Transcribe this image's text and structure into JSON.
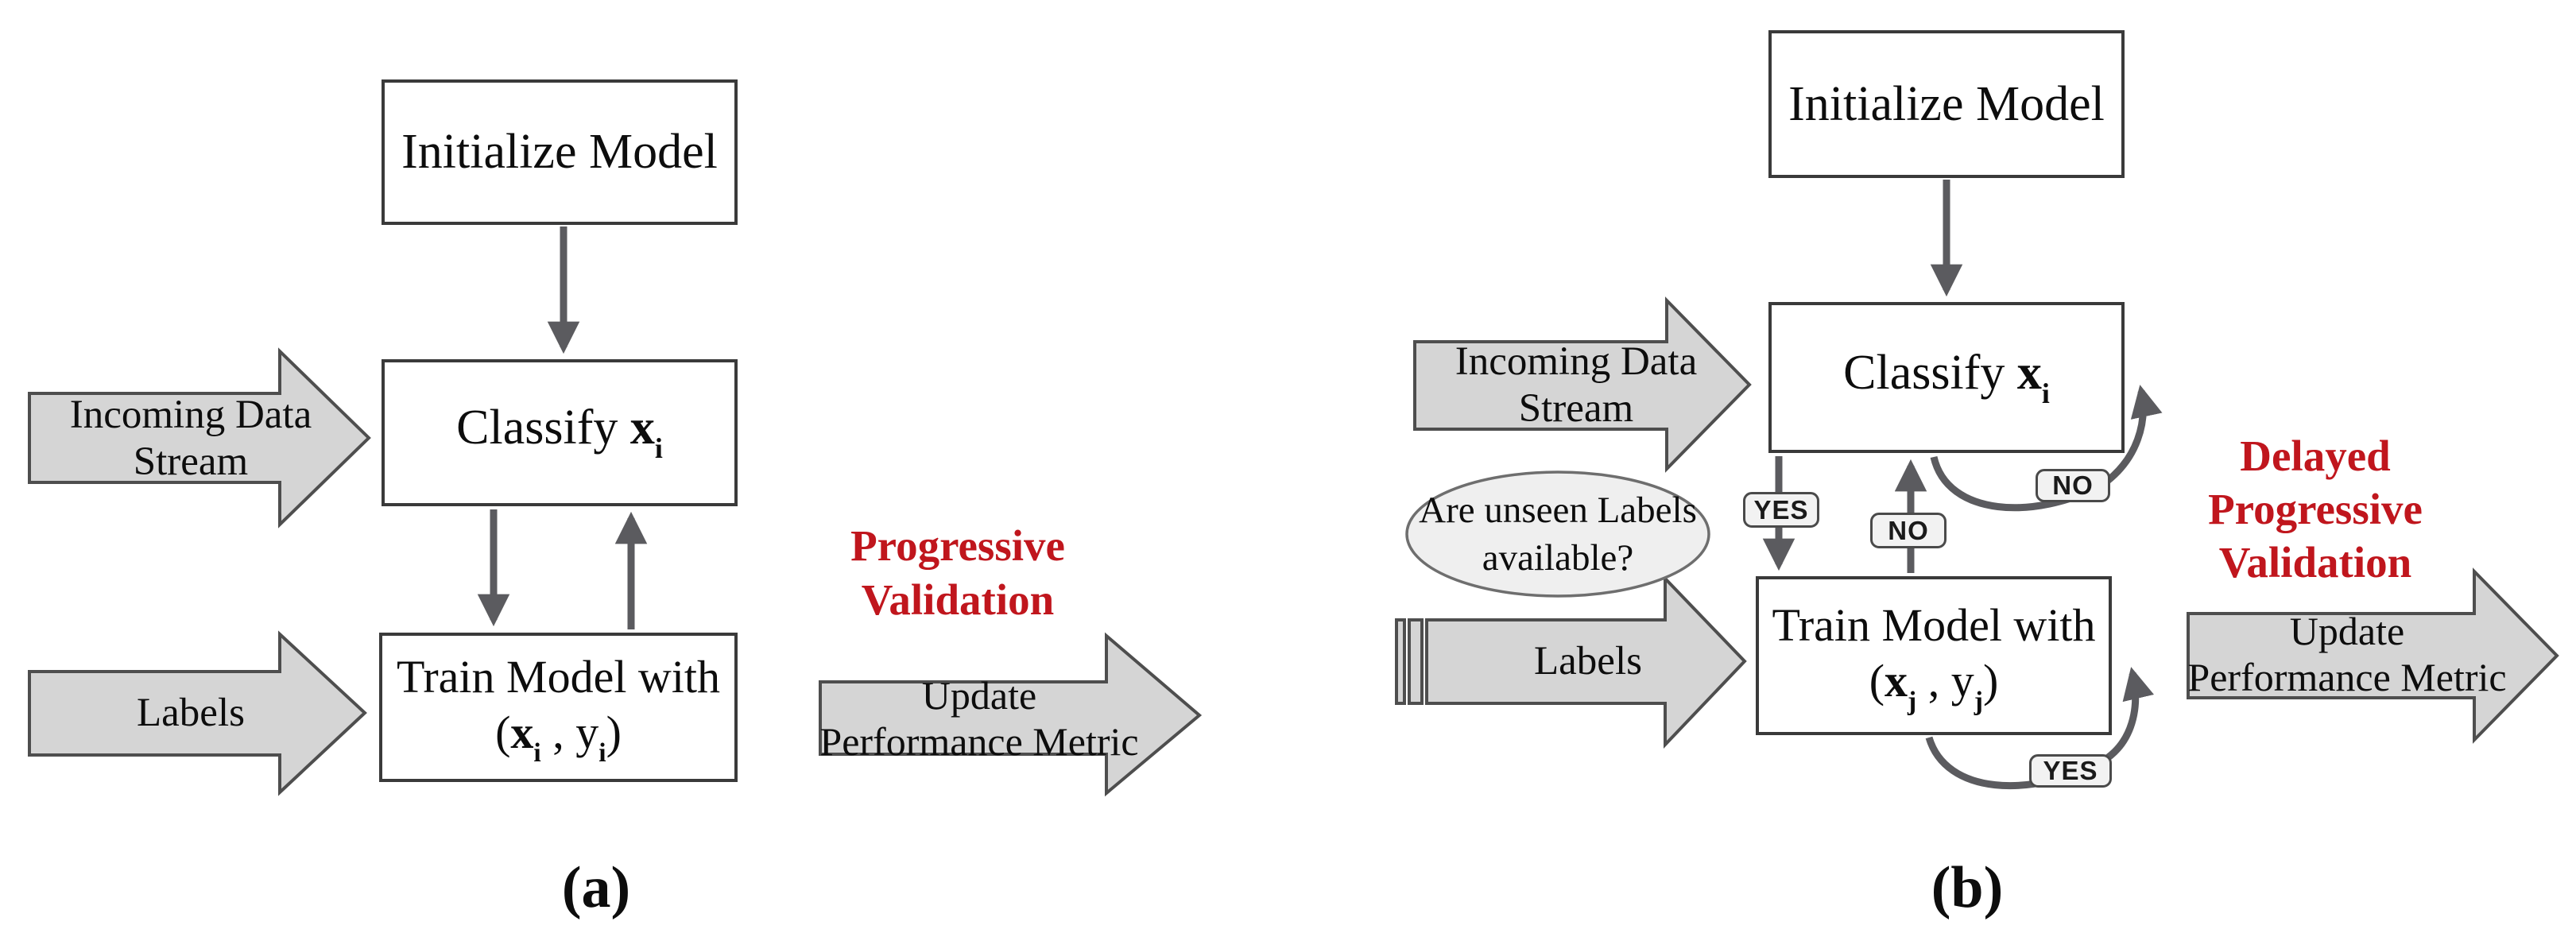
{
  "figure": {
    "panel_a": {
      "caption": "(a)",
      "init_box": "Initialize Model",
      "classify": {
        "prefix": "Classify ",
        "var": "x",
        "sub": "i"
      },
      "train": {
        "line1": "Train Model with",
        "open": "(",
        "var1": "x",
        "sub1": "i",
        "sep": " , ",
        "var2": "y",
        "sub2": "i",
        "close": ")"
      },
      "incoming_arrow": {
        "line1": "Incoming Data",
        "line2": "Stream"
      },
      "labels_arrow": "Labels",
      "annotation": {
        "line1": "Progressive",
        "line2": "Validation"
      },
      "update_arrow": {
        "line1": "Update",
        "line2": "Performance Metric"
      }
    },
    "panel_b": {
      "caption": "(b)",
      "init_box": "Initialize Model",
      "classify": {
        "prefix": "Classify ",
        "var": "x",
        "sub": "i"
      },
      "train": {
        "line1": "Train Model with",
        "open": "(",
        "var1": "x",
        "sub1": "j",
        "sep": " , ",
        "var2": "y",
        "sub2": "j",
        "close": ")"
      },
      "incoming_arrow": {
        "line1": "Incoming Data",
        "line2": "Stream"
      },
      "labels_arrow": "Labels",
      "decision_ellipse": {
        "line1": "Are unseen Labels",
        "line2": "available?"
      },
      "badge_yes_down": "YES",
      "badge_no_up": "NO",
      "badge_no_loop": "NO",
      "badge_yes_loop": "YES",
      "annotation": {
        "line1": "Delayed",
        "line2": "Progressive",
        "line3": "Validation"
      },
      "update_arrow": {
        "line1": "Update",
        "line2": "Performance Metric"
      }
    },
    "colors": {
      "accent_red": "#C0161D",
      "shape_fill": "#D5D5D5",
      "shape_stroke": "#4E4E4E",
      "connector": "#5B5B5F",
      "box_stroke": "#3A3A3A",
      "ellipse_fill": "#EFEFEF",
      "badge_fill": "#F2F2F2",
      "text": "#0D0D0D"
    }
  }
}
